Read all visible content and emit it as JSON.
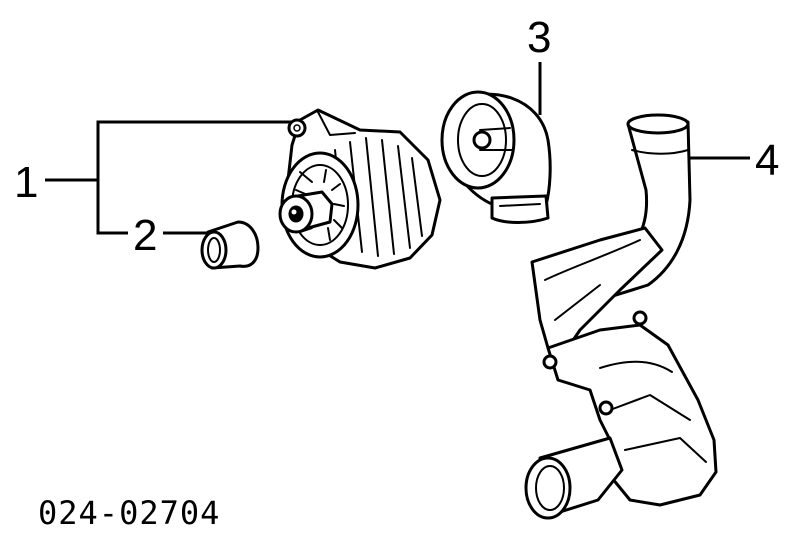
{
  "callouts": {
    "c1": "1",
    "c2": "2",
    "c3": "3",
    "c4": "4"
  },
  "reference_code": "024-02704",
  "parts": {
    "p1": "alternator-icon",
    "p2": "pulley-sleeve-icon",
    "p3": "air-scoop-icon",
    "p4": "air-duct-icon"
  }
}
